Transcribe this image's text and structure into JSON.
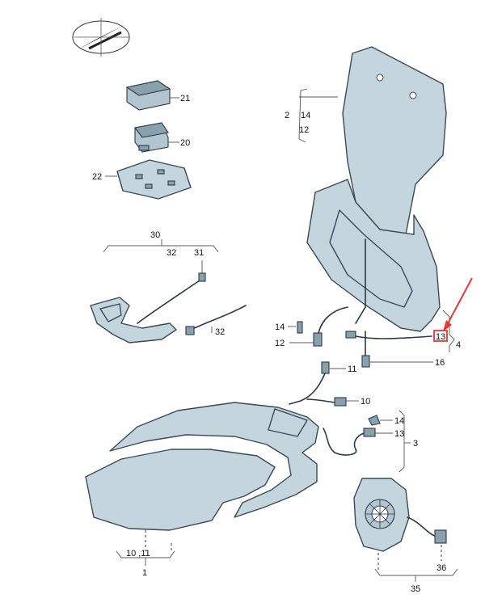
{
  "callouts": {
    "c1": "1",
    "c2": "2",
    "c3": "3",
    "c4": "4",
    "c10_11": "10 ,11",
    "c10": "10",
    "c11": "11",
    "c12_top": "12",
    "c12_mid": "12",
    "c13": "13",
    "c13_boxed": "13",
    "c14_top": "14",
    "c14_mid": "14",
    "c14_low": "14",
    "c16": "16",
    "c20": "20",
    "c21": "21",
    "c22": "22",
    "c30": "30",
    "c31": "31",
    "c32_top": "32",
    "c32_low": "32",
    "c35": "35",
    "c36": "36"
  },
  "colors": {
    "highlight": "#e53935",
    "part_fill": "#c5d5de",
    "outline": "#3a4a55"
  },
  "icons": {
    "compass": "compass-icon",
    "arrow": "red-arrow-icon"
  }
}
